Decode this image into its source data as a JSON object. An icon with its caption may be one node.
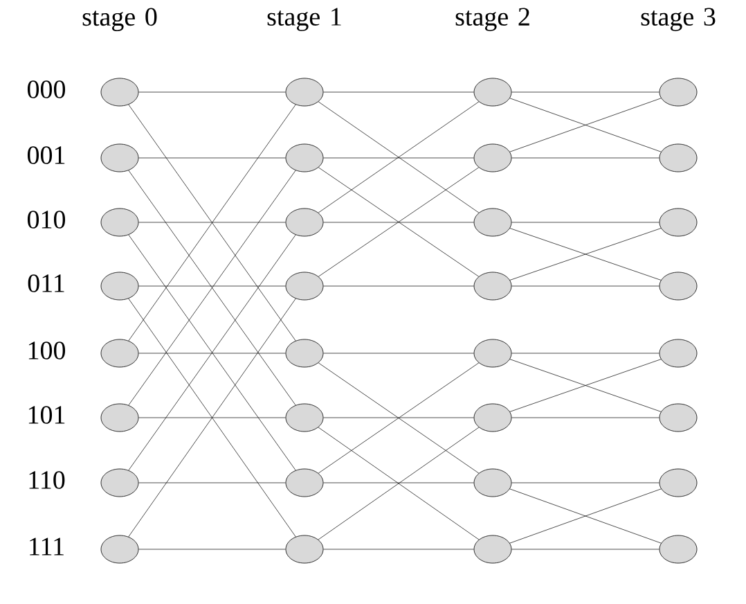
{
  "diagram": {
    "nodes": [
      {
        "text": [],
        "shape": "circle"
      },
      {
        "text": [],
        "shape": "circle"
      },
      {
        "text": [],
        "shape": "circle"
      },
      {
        "text": [],
        "shape": "circle"
      },
      {
        "text": [],
        "shape": "circle"
      },
      {
        "text": [],
        "shape": "circle"
      },
      {
        "text": [],
        "shape": "circle"
      },
      {
        "text": [],
        "shape": "circle"
      },
      {
        "text": [],
        "shape": "circle"
      },
      {
        "text": [],
        "shape": "circle"
      },
      {
        "text": [],
        "shape": "circle"
      },
      {
        "text": [],
        "shape": "circle"
      },
      {
        "text": [],
        "shape": "circle"
      },
      {
        "text": [],
        "shape": "circle"
      },
      {
        "text": [],
        "shape": "circle"
      },
      {
        "text": [],
        "shape": "circle"
      },
      {
        "text": [],
        "shape": "circle"
      },
      {
        "text": [],
        "shape": "circle"
      },
      {
        "text": [],
        "shape": "circle"
      },
      {
        "text": [],
        "shape": "circle"
      },
      {
        "text": [],
        "shape": "circle"
      },
      {
        "text": [],
        "shape": "circle"
      },
      {
        "text": [],
        "shape": "circle"
      },
      {
        "text": [],
        "shape": "circle"
      },
      {
        "text": [],
        "shape": "circle"
      },
      {
        "text": [],
        "shape": "circle"
      },
      {
        "text": [],
        "shape": "circle"
      },
      {
        "text": [],
        "shape": "circle"
      },
      {
        "text": [],
        "shape": "circle"
      },
      {
        "text": [],
        "shape": "circle"
      },
      {
        "text": [],
        "shape": "circle"
      },
      {
        "text": [],
        "shape": "circle"
      }
    ],
    "edges": [
      {
        "from": 0,
        "to": 8,
        "arrow": "none"
      },
      {
        "from": 0,
        "to": 12,
        "arrow": "none"
      },
      {
        "from": 1,
        "to": 9,
        "arrow": "none"
      },
      {
        "from": 1,
        "to": 13,
        "arrow": "none"
      },
      {
        "from": 2,
        "to": 10,
        "arrow": "none"
      },
      {
        "from": 2,
        "to": 14,
        "arrow": "none"
      },
      {
        "from": 3,
        "to": 11,
        "arrow": "none"
      },
      {
        "from": 3,
        "to": 15,
        "arrow": "none"
      },
      {
        "from": 4,
        "to": 12,
        "arrow": "none"
      },
      {
        "from": 4,
        "to": 8,
        "arrow": "none"
      },
      {
        "from": 5,
        "to": 13,
        "arrow": "none"
      },
      {
        "from": 5,
        "to": 9,
        "arrow": "none"
      },
      {
        "from": 6,
        "to": 14,
        "arrow": "none"
      },
      {
        "from": 6,
        "to": 10,
        "arrow": "none"
      },
      {
        "from": 7,
        "to": 15,
        "arrow": "none"
      },
      {
        "from": 7,
        "to": 11,
        "arrow": "none"
      },
      {
        "from": 8,
        "to": 16,
        "arrow": "none"
      },
      {
        "from": 8,
        "to": 18,
        "arrow": "none"
      },
      {
        "from": 9,
        "to": 17,
        "arrow": "none"
      },
      {
        "from": 9,
        "to": 19,
        "arrow": "none"
      },
      {
        "from": 10,
        "to": 18,
        "arrow": "none"
      },
      {
        "from": 10,
        "to": 16,
        "arrow": "none"
      },
      {
        "from": 11,
        "to": 19,
        "arrow": "none"
      },
      {
        "from": 11,
        "to": 17,
        "arrow": "none"
      },
      {
        "from": 12,
        "to": 20,
        "arrow": "none"
      },
      {
        "from": 12,
        "to": 22,
        "arrow": "none"
      },
      {
        "from": 13,
        "to": 21,
        "arrow": "none"
      },
      {
        "from": 13,
        "to": 23,
        "arrow": "none"
      },
      {
        "from": 14,
        "to": 22,
        "arrow": "none"
      },
      {
        "from": 14,
        "to": 20,
        "arrow": "none"
      },
      {
        "from": 15,
        "to": 23,
        "arrow": "none"
      },
      {
        "from": 15,
        "to": 21,
        "arrow": "none"
      },
      {
        "from": 16,
        "to": 24,
        "arrow": "none"
      },
      {
        "from": 16,
        "to": 25,
        "arrow": "none"
      },
      {
        "from": 17,
        "to": 25,
        "arrow": "none"
      },
      {
        "from": 17,
        "to": 24,
        "arrow": "none"
      },
      {
        "from": 18,
        "to": 26,
        "arrow": "none"
      },
      {
        "from": 18,
        "to": 27,
        "arrow": "none"
      },
      {
        "from": 19,
        "to": 27,
        "arrow": "none"
      },
      {
        "from": 19,
        "to": 26,
        "arrow": "none"
      },
      {
        "from": 20,
        "to": 28,
        "arrow": "none"
      },
      {
        "from": 20,
        "to": 29,
        "arrow": "none"
      },
      {
        "from": 21,
        "to": 29,
        "arrow": "none"
      },
      {
        "from": 21,
        "to": 28,
        "arrow": "none"
      },
      {
        "from": 22,
        "to": 30,
        "arrow": "none"
      },
      {
        "from": 22,
        "to": 31,
        "arrow": "none"
      },
      {
        "from": 23,
        "to": 31,
        "arrow": "none"
      },
      {
        "from": 23,
        "to": 30,
        "arrow": "none"
      }
    ],
    "labels": [
      "stage 0",
      "stage 1",
      "stage 2",
      "stage 3",
      "000",
      "001",
      "010",
      "011",
      "100",
      "101",
      "110",
      "111"
    ]
  }
}
